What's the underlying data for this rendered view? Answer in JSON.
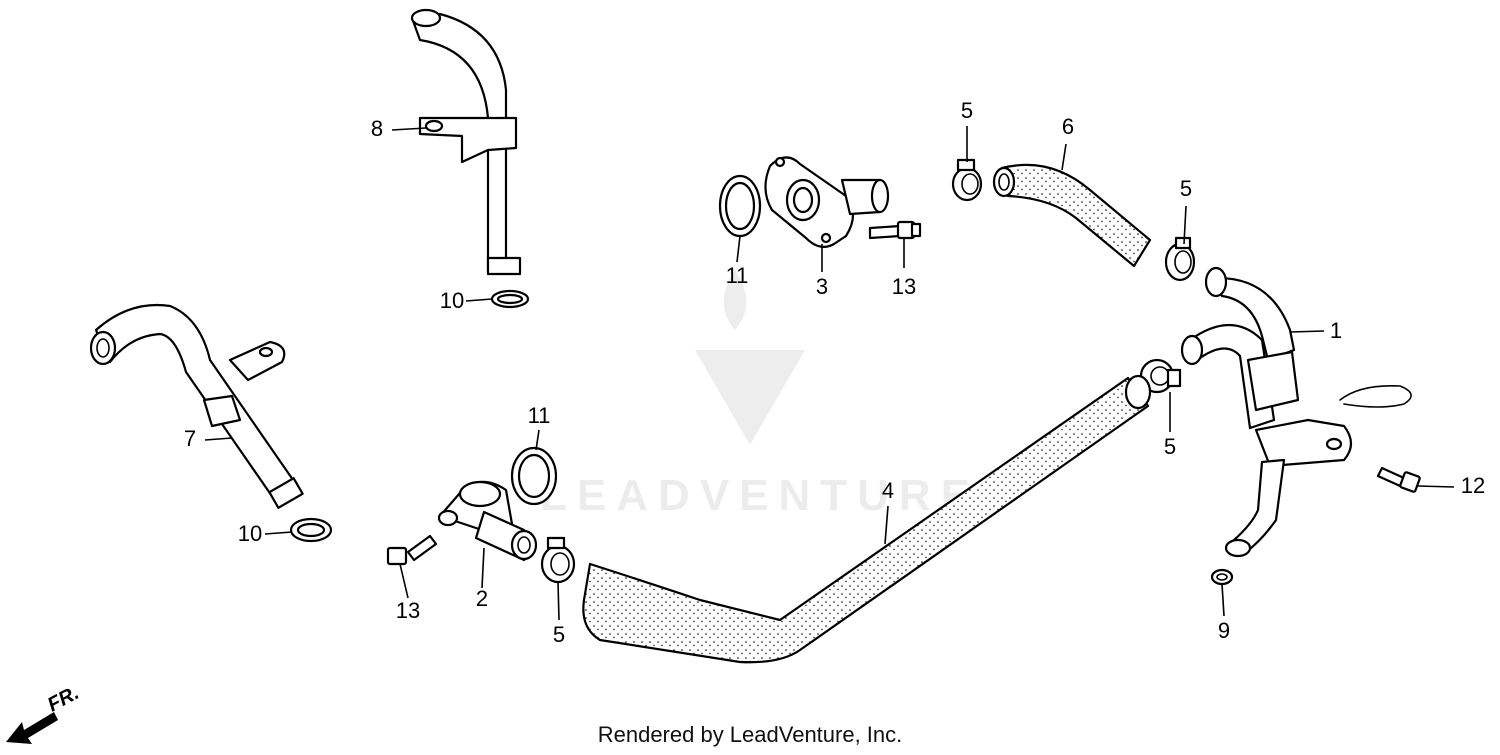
{
  "diagram": {
    "watermark": "LEADVENTURE",
    "direction_label": "FR.",
    "credit": "Rendered by LeadVenture, Inc.",
    "callouts": {
      "c1": "1",
      "c2": "2",
      "c3": "3",
      "c4": "4",
      "c5a": "5",
      "c5b": "5",
      "c5c": "5",
      "c5d": "5",
      "c6": "6",
      "c7": "7",
      "c8": "8",
      "c9": "9",
      "c10a": "10",
      "c10b": "10",
      "c11a": "11",
      "c11b": "11",
      "c12": "12",
      "c13a": "13",
      "c13b": "13"
    }
  }
}
